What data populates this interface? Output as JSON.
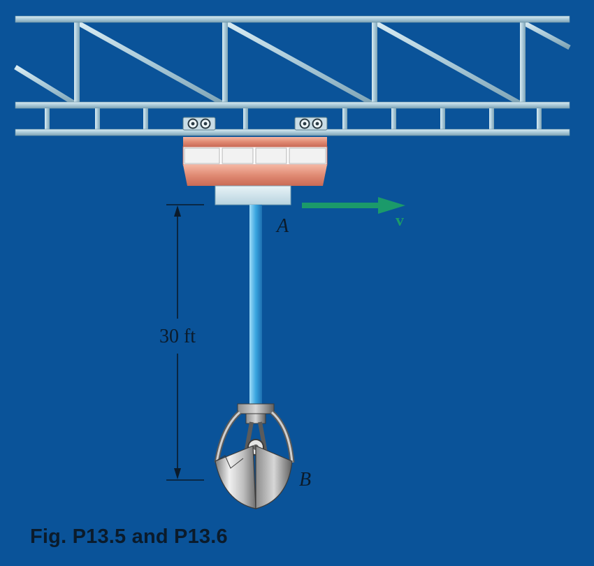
{
  "labels": {
    "point_a": "A",
    "point_b": "B",
    "velocity": "v",
    "dimension": "30 ft"
  },
  "caption": "Fig. P13.5 and P13.6",
  "colors": {
    "background": "#0a5399",
    "truss": "#a9c9d8",
    "trolley": "#e08a73",
    "cable": "#39a6e0",
    "velocity_arrow": "#1b9a6a",
    "bucket": "#b8b8b8",
    "dimension_line": "#0b1b2b"
  }
}
